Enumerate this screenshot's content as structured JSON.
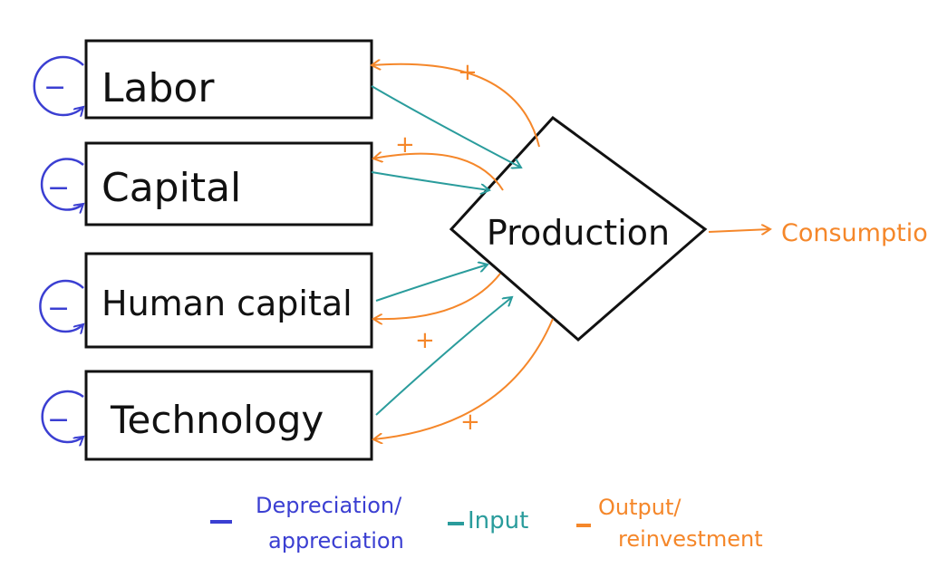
{
  "colors": {
    "depreciation": "#3b3fd2",
    "input": "#2a9c9c",
    "output": "#f5872a",
    "outline": "#111111"
  },
  "nodes": {
    "labor": "Labor",
    "capital": "Capital",
    "human_capital": "Human capital",
    "technology": "Technology",
    "production": "Production",
    "consumption": "Consumption"
  },
  "signs": {
    "depreciation": "−",
    "reinvestment": "+"
  },
  "legend": {
    "marker": "-",
    "depreciation_line1": "Depreciation/",
    "depreciation_line2": "appreciation",
    "input": "Input",
    "output_line1": "Output/",
    "output_line2": "reinvestment"
  }
}
